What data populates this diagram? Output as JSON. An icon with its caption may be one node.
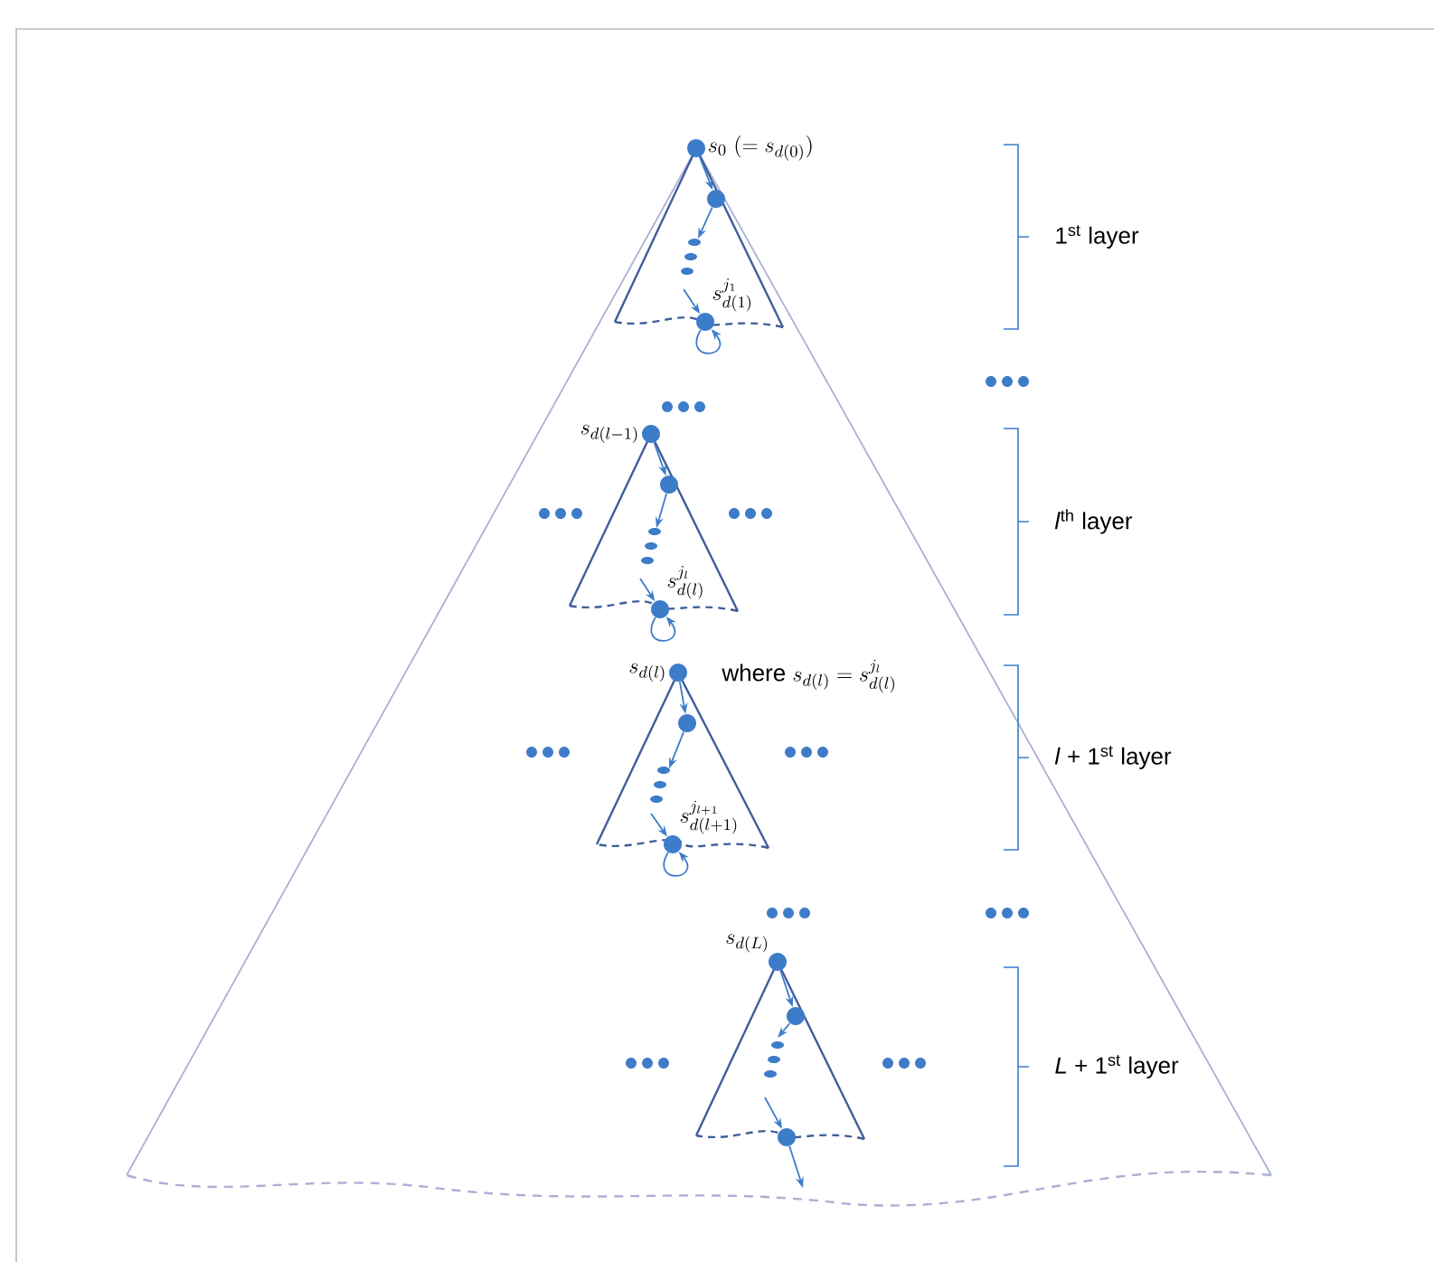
{
  "diagram": {
    "nodes": [
      {
        "text": [
          "s_0\\ (= s_{d(0)})"
        ]
      },
      {
        "text": [],
        "shape": "circle"
      },
      {
        "text": [
          "s^{j_1}_{d(1)}"
        ]
      },
      {
        "text": [
          "s_{d(l-1)}"
        ]
      },
      {
        "text": [],
        "shape": "circle"
      },
      {
        "text": [
          "s^{j_l}_{d(l)}"
        ]
      },
      {
        "text": [
          "s_{d(l)}"
        ],
        "beside": [
          "\\mathrm{where}\\ s_{d(l)} = s^{j_l}_{d(l)}"
        ]
      },
      {
        "text": [],
        "shape": "circle"
      },
      {
        "text": [
          "s^{j_{l+1}}_{d(l+1)}"
        ]
      },
      {
        "text": [
          "s_{d(L)}"
        ]
      },
      {
        "text": [],
        "shape": "circle"
      },
      {
        "text": [],
        "shape": "circle"
      }
    ],
    "edges": [
      {
        "from": 0,
        "to": 1,
        "arrow": "to"
      },
      {
        "from": 1,
        "to": null,
        "arrow": "to"
      },
      {
        "from": null,
        "to": 2,
        "arrow": "to"
      },
      {
        "from": 2,
        "to": 2,
        "arrow": "to"
      },
      {
        "from": 3,
        "to": 4,
        "arrow": "to"
      },
      {
        "from": 4,
        "to": null,
        "arrow": "to"
      },
      {
        "from": null,
        "to": 5,
        "arrow": "to"
      },
      {
        "from": 5,
        "to": 5,
        "arrow": "to"
      },
      {
        "from": 6,
        "to": 7,
        "arrow": "to"
      },
      {
        "from": 7,
        "to": null,
        "arrow": "to"
      },
      {
        "from": null,
        "to": 8,
        "arrow": "to"
      },
      {
        "from": 8,
        "to": 8,
        "arrow": "to"
      },
      {
        "from": 9,
        "to": 10,
        "arrow": "to"
      },
      {
        "from": 10,
        "to": null,
        "arrow": "to"
      },
      {
        "from": null,
        "to": 11,
        "arrow": "to"
      },
      {
        "from": 11,
        "to": null,
        "arrow": "to"
      }
    ],
    "labels": [
      "1$^{st}$ layer",
      "*l*$^{th}$ layer",
      "*l* + 1$^{st}$ layer",
      "*L* + 1$^{st}$ layer"
    ]
  }
}
